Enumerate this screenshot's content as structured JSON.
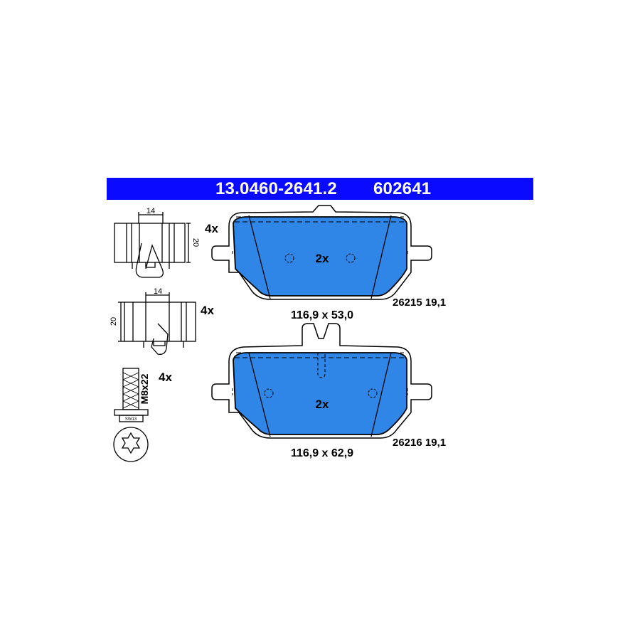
{
  "header": {
    "part_number": "13.0460-2641.2",
    "ref_number": "602641",
    "bar_color": "#0a0aff"
  },
  "pad_fill_color": "#2f86e6",
  "accessories": {
    "clip_a": {
      "width_dim": "14",
      "height_dim": "20",
      "qty": "4x"
    },
    "clip_b": {
      "width_dim": "14",
      "height_dim": "20",
      "qty": "4x"
    },
    "bolt": {
      "thread": "M8x22",
      "qty": "4x",
      "head_label": "SW13"
    }
  },
  "pads": [
    {
      "qty": "2x",
      "dimensions": "116,9 x 53,0",
      "code": "26215 19,1"
    },
    {
      "qty": "2x",
      "dimensions": "116,9 x 62,9",
      "code": "26216 19,1"
    }
  ]
}
